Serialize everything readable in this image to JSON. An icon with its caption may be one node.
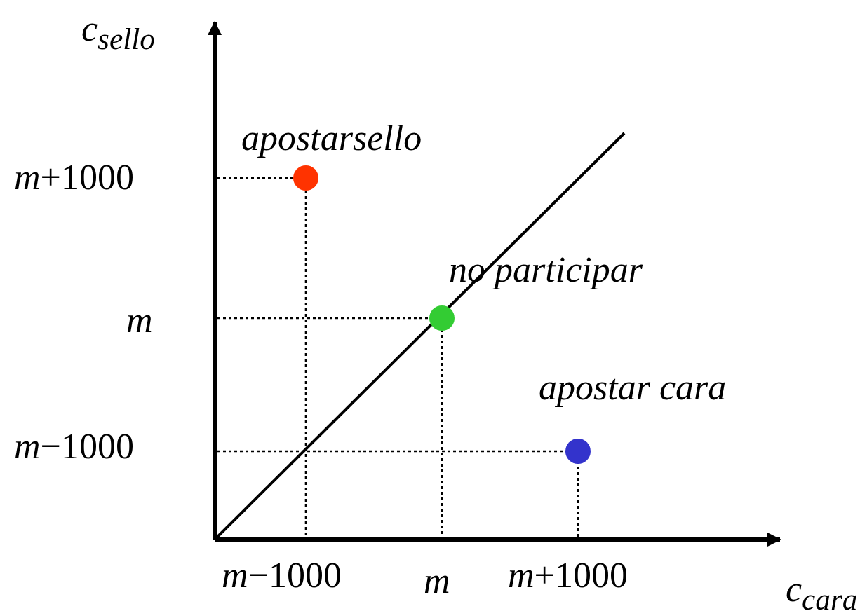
{
  "diagram": {
    "nodes": [
      {
        "text": [],
        "shape": "circle",
        "beside": [
          "apostarsello"
        ]
      },
      {
        "text": [],
        "shape": "circle",
        "beside": [
          "no participar"
        ]
      },
      {
        "text": [],
        "shape": "circle",
        "beside": [
          "apostar cara"
        ]
      }
    ],
    "edges": [],
    "labels": [
      "c$_{sello}$",
      "*m*+1000",
      "*m*",
      "*m*−1000",
      "*m*−1000",
      "*m*",
      "*m*+1000",
      "c$_{cara}$"
    ]
  }
}
